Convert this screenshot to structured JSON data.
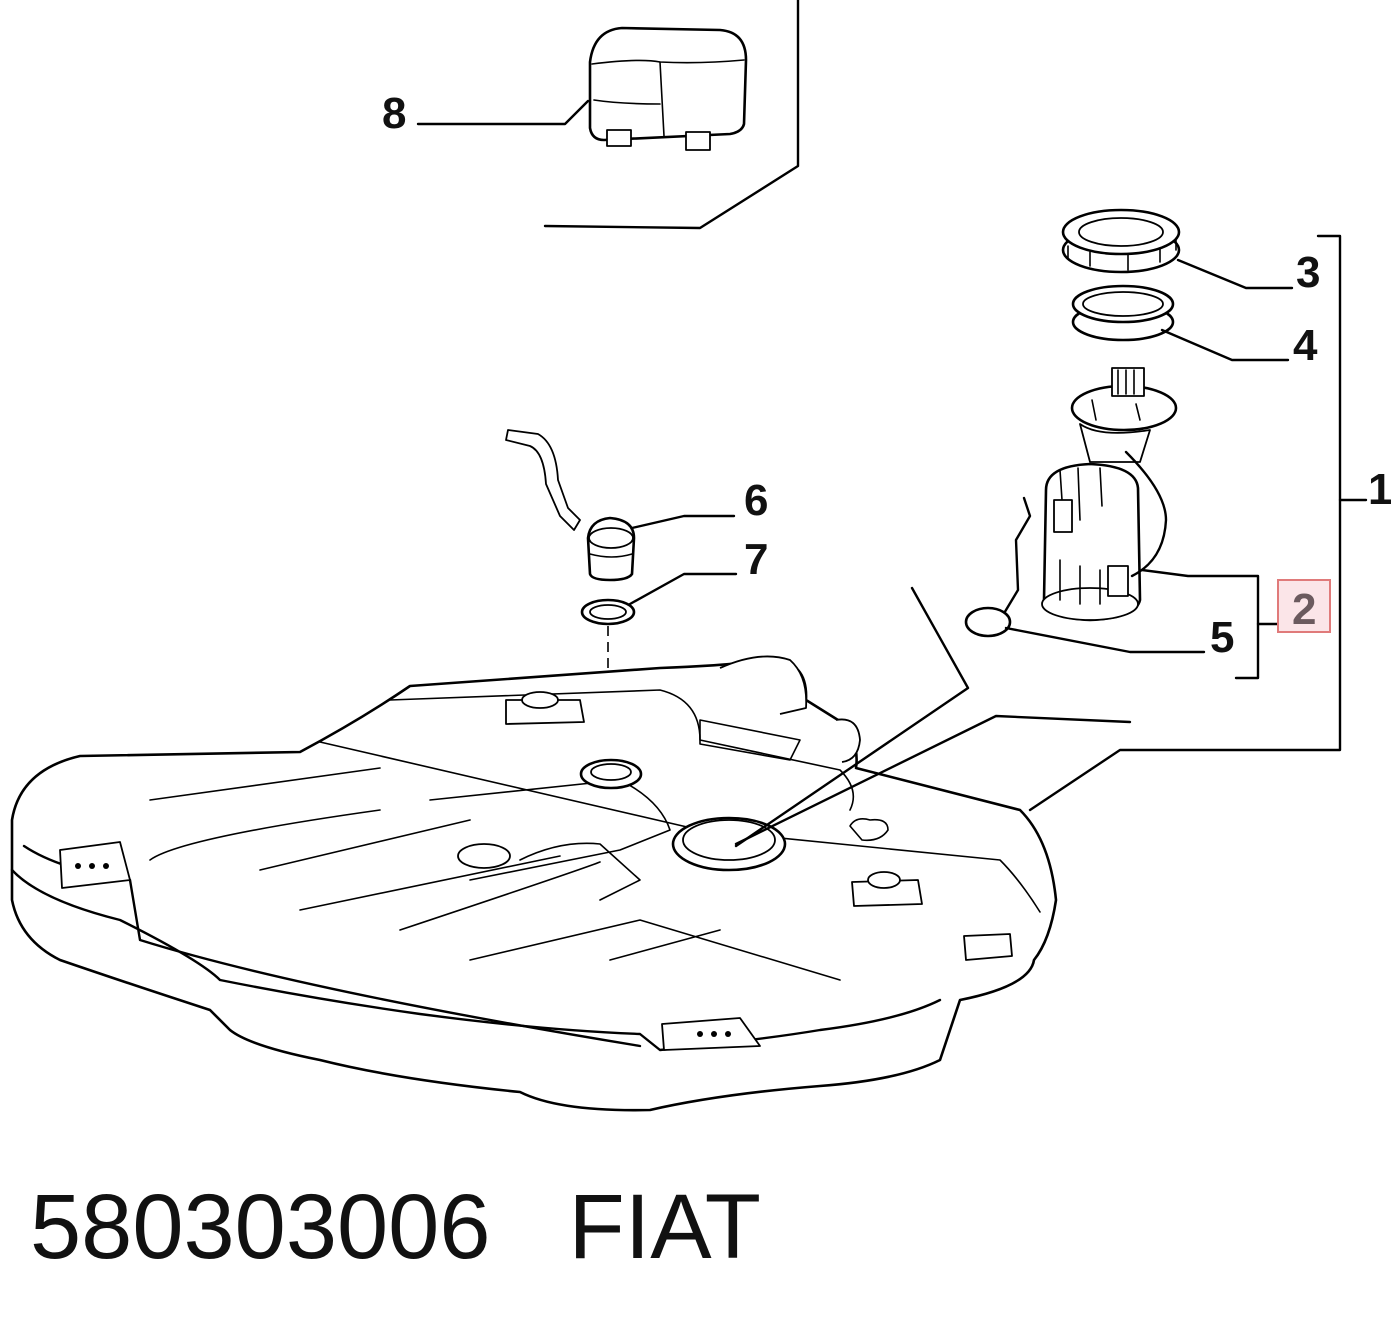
{
  "callouts": {
    "c1": "1",
    "c2": "2",
    "c3": "3",
    "c4": "4",
    "c5": "5",
    "c6": "6",
    "c7": "7",
    "c8": "8"
  },
  "highlight": {
    "label": "2",
    "border_color": "#e07a7a",
    "fill_color": "#fbe5e8",
    "text_color": "#6b5a5e"
  },
  "footer": {
    "part_number": "580303006",
    "brand": "FIAT"
  }
}
